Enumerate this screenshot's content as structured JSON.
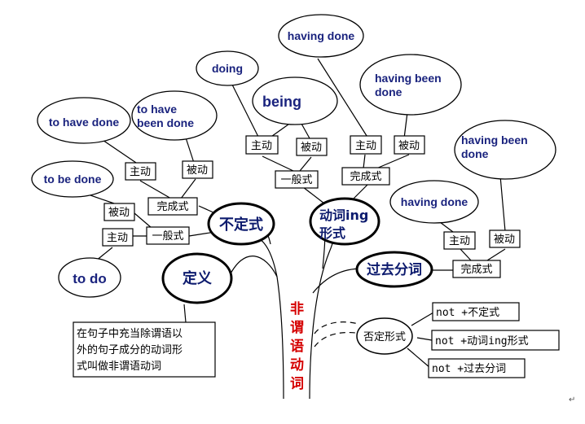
{
  "clouds": {
    "having_done_top": "having done",
    "doing": "doing",
    "having_been_done_top_1": "having been",
    "having_been_done_top_2": "done",
    "being": "being",
    "to_have_done": "to have done",
    "to_have_been_done_1": "to have",
    "to_have_been_done_2": "been done",
    "having_been_done_right_1": "having been",
    "having_been_done_right_2": "done",
    "to_be_done": "to be done",
    "having_done_right": "having done",
    "to_do": "to do"
  },
  "boxes": {
    "inf_perfect_active": "主动",
    "inf_perfect_passive": "被动",
    "inf_perfect": "完成式",
    "inf_simple_passive": "被动",
    "inf_simple_active": "主动",
    "inf_simple": "一般式",
    "ing_simple_active": "主动",
    "ing_simple_passive": "被动",
    "ing_simple": "一般式",
    "ing_perfect_active": "主动",
    "ing_perfect_passive": "被动",
    "ing_perfect": "完成式",
    "pp_active": "主动",
    "pp_passive": "被动",
    "pp_perfect": "完成式"
  },
  "ovals": {
    "infinitive": "不定式",
    "gerund_1": "动词ing",
    "gerund_2": "形式",
    "definition": "定义",
    "past_participle": "过去分词",
    "negative": "否定形式"
  },
  "definition_text": [
    "在句子中充当除谓语以",
    "外的句子成分的动词形",
    "式叫做非谓语动词"
  ],
  "trunk_label": [
    "非",
    "谓",
    "语",
    "动",
    "词"
  ],
  "negatives": {
    "infinitive": "not +不定式",
    "gerund": "not +动词ing形式",
    "participle": "not +过去分词"
  },
  "corner_mark": "↵",
  "colors": {
    "cloud_text": "#1a237e",
    "oval_text": "#0d1b6e",
    "trunk_text": "#d50000"
  }
}
